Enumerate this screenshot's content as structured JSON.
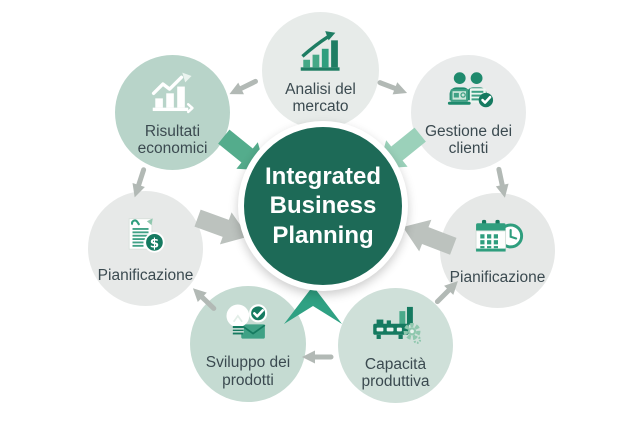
{
  "diagram": {
    "center": {
      "title": "Integrated Business Planning",
      "fill": "#1d6a57",
      "text_color": "#ffffff"
    },
    "nodes": [
      {
        "id": "analisi-mercato",
        "label": "Analisi del mercato",
        "icon": "bar-chart-growth-icon",
        "fill": "#e7ebe9"
      },
      {
        "id": "gestione-clienti",
        "label": "Gestione dei clienti",
        "icon": "customers-devices-check-icon",
        "fill": "#e9ebeb"
      },
      {
        "id": "pianificazione-right",
        "label": "Pianificazione",
        "icon": "calendar-clock-icon",
        "fill": "#e6e8e7"
      },
      {
        "id": "capacita-produttiva",
        "label": "Capacità produttiva",
        "icon": "production-machine-gear-icon",
        "fill": "#cfe0d9"
      },
      {
        "id": "sviluppo-prodotti",
        "label": "Sviluppo dei prodotti",
        "icon": "lightbulb-check-icon",
        "fill": "#c5dbd2"
      },
      {
        "id": "pianificazione-left",
        "label": "Pianificazione",
        "icon": "document-dollar-icon",
        "fill": "#e7e9e8"
      },
      {
        "id": "risultati-economici",
        "label": "Risultati economici",
        "icon": "bar-chart-trend-icon",
        "fill": "#b8d4c9"
      }
    ],
    "colors": {
      "background": "#ffffff",
      "center_fill": "#1d6a57",
      "icon_green_dark": "#157a60",
      "icon_green": "#2f9e7e",
      "icon_green_light": "#8fc7ae",
      "arrow_gray": "#b2b9b5",
      "arrow_green_medium": "#54ac8c",
      "arrow_green_light": "#9bd1ba",
      "arrow_green_chevron": "#2fa183",
      "label_text": "#3b4a50"
    }
  }
}
